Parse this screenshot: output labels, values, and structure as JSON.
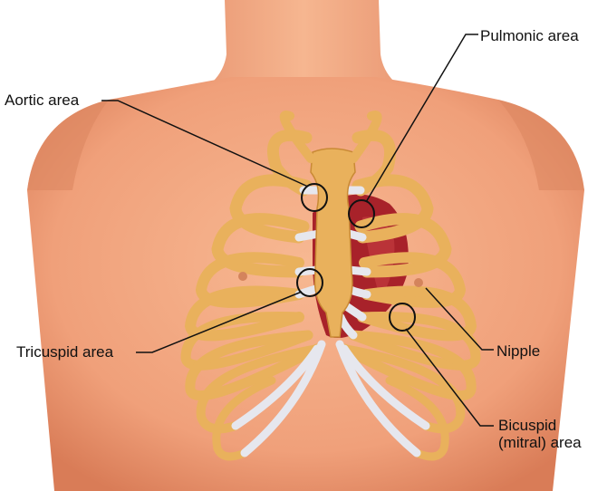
{
  "labels": {
    "aortic": "Aortic area",
    "pulmonic": "Pulmonic area",
    "tricuspid": "Tricuspid area",
    "nipple": "Nipple",
    "bicuspid_line1": "Bicuspid",
    "bicuspid_line2": "(mitral) area"
  },
  "colors": {
    "skin": "#f2a27a",
    "skin_shadow": "#d9805a",
    "bone": "#e9b15c",
    "bone_dark": "#c98a35",
    "cartilage": "#e8e8ee",
    "heart": "#a8222a",
    "leader": "#111111"
  }
}
